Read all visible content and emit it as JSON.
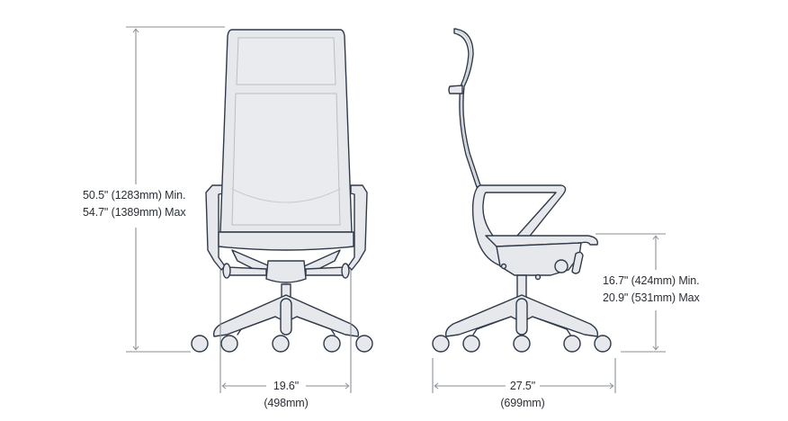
{
  "diagram": {
    "title": "Office chair dimension diagram",
    "colors": {
      "outline": "#2f3a4a",
      "fill": "#e6e8eb",
      "fill_light": "#eef0f2",
      "inner_line": "#b9bec6",
      "dimension_line": "#8a8f96",
      "text": "#2a2f36",
      "background": "#ffffff"
    },
    "views": [
      {
        "name": "front-view",
        "description": "Front elevation of high-back chair"
      },
      {
        "name": "side-view",
        "description": "Side elevation of high-back chair"
      }
    ],
    "dimensions": {
      "overall_height": {
        "min_label": "50.5\" (1283mm) Min.",
        "max_label": "54.7\" (1389mm) Max"
      },
      "seat_height": {
        "min_label": "16.7\" (424mm) Min.",
        "max_label": "20.9\" (531mm) Max"
      },
      "width": {
        "imperial": "19.6\"",
        "metric": "(498mm)"
      },
      "depth": {
        "imperial": "27.5\"",
        "metric": "(699mm)"
      }
    }
  }
}
